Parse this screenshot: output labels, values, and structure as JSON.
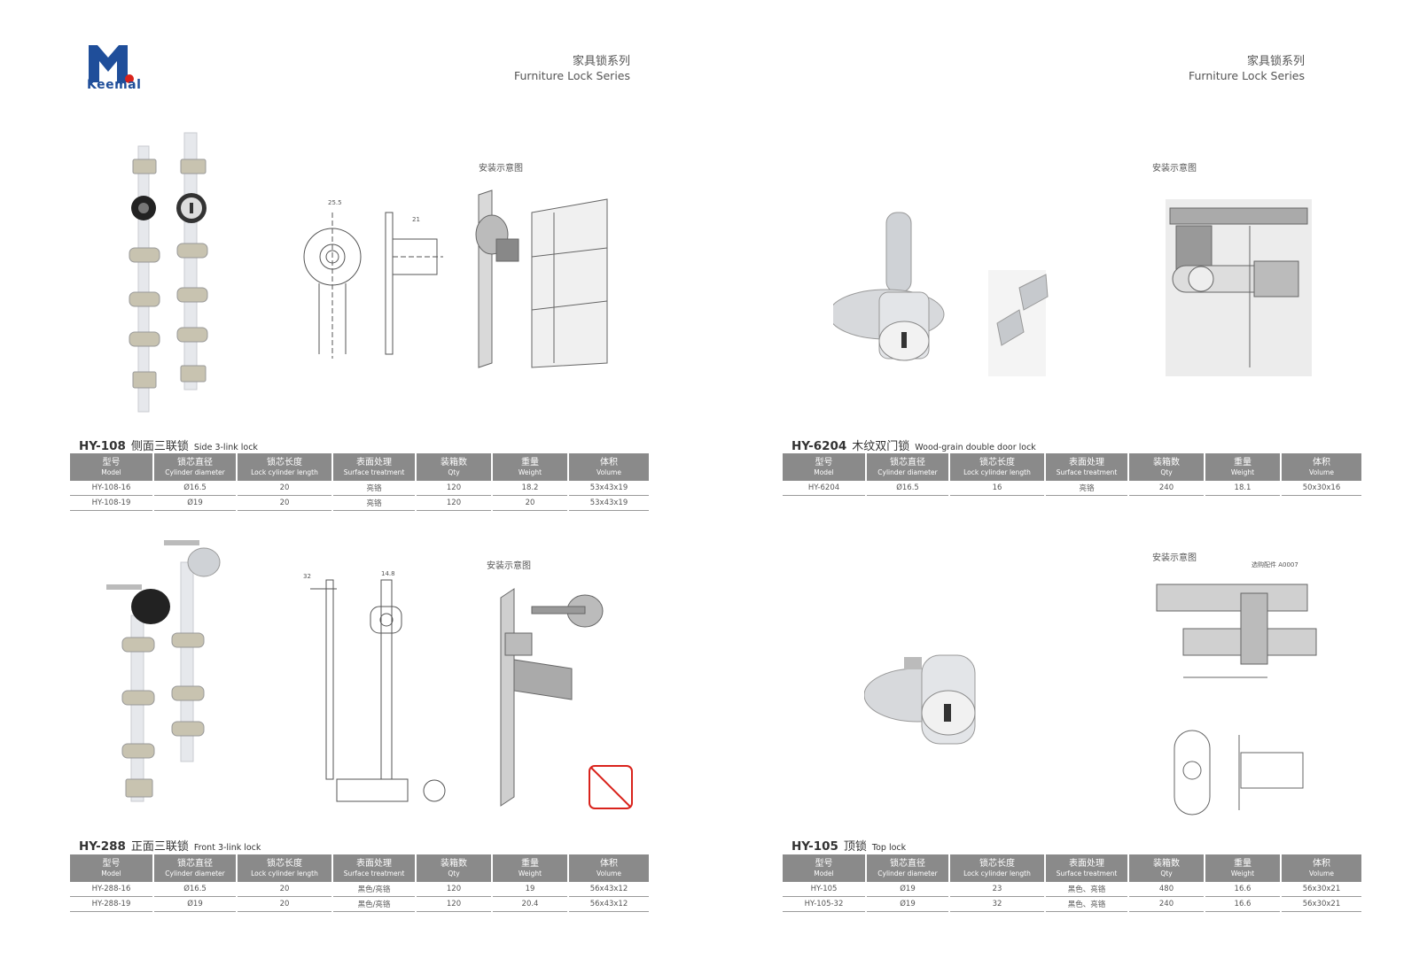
{
  "brand": {
    "name": "Keemal"
  },
  "header_left": {
    "cn": "家具锁系列",
    "en": "Furniture Lock Series"
  },
  "header_right": {
    "cn": "家具锁系列",
    "en": "Furniture Lock Series"
  },
  "install_label": "安装示意图",
  "optional_part_label": "选购配件 A0007",
  "table_headers": [
    {
      "cn": "型号",
      "en": "Model"
    },
    {
      "cn": "锁芯直径",
      "en": "Cylinder diameter"
    },
    {
      "cn": "锁芯长度",
      "en": "Lock cylinder length"
    },
    {
      "cn": "表面处理",
      "en": "Surface treatment"
    },
    {
      "cn": "装箱数",
      "en": "Qty"
    },
    {
      "cn": "重量",
      "en": "Weight"
    },
    {
      "cn": "体积",
      "en": "Volume"
    }
  ],
  "products": [
    {
      "code": "HY-108",
      "name_cn": "侧面三联锁",
      "name_en": "Side 3-link lock",
      "rows": [
        [
          "HY-108-16",
          "Ø16.5",
          "20",
          "亮铬",
          "120",
          "18.2",
          "53x43x19"
        ],
        [
          "HY-108-19",
          "Ø19",
          "20",
          "亮铬",
          "120",
          "20",
          "53x43x19"
        ]
      ]
    },
    {
      "code": "HY-6204",
      "name_cn": "木纹双门锁",
      "name_en": "Wood-grain double door lock",
      "rows": [
        [
          "HY-6204",
          "Ø16.5",
          "16",
          "亮铬",
          "240",
          "18.1",
          "50x30x16"
        ]
      ]
    },
    {
      "code": "HY-288",
      "name_cn": "正面三联锁",
      "name_en": "Front 3-link lock",
      "rows": [
        [
          "HY-288-16",
          "Ø16.5",
          "20",
          "黑色/亮铬",
          "120",
          "19",
          "56x43x12"
        ],
        [
          "HY-288-19",
          "Ø19",
          "20",
          "黑色/亮铬",
          "120",
          "20.4",
          "56x43x12"
        ]
      ]
    },
    {
      "code": "HY-105",
      "name_cn": "顶锁",
      "name_en": "Top lock",
      "rows": [
        [
          "HY-105",
          "Ø19",
          "23",
          "黑色、亮铬",
          "480",
          "16.6",
          "56x30x21"
        ],
        [
          "HY-105-32",
          "Ø19",
          "32",
          "黑色、亮铬",
          "240",
          "16.6",
          "56x30x21"
        ]
      ]
    }
  ],
  "colors": {
    "header_gray": "#8a8a8a",
    "brand_blue": "#1f4e9a",
    "brand_red": "#d9231c"
  }
}
